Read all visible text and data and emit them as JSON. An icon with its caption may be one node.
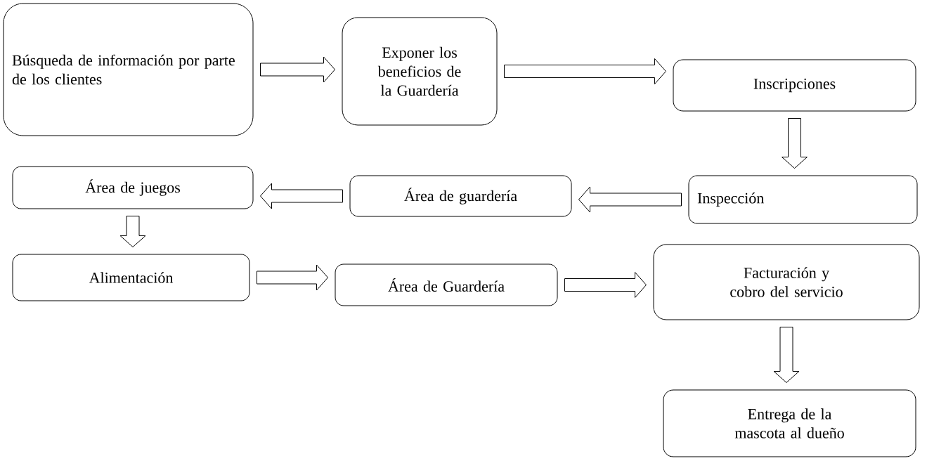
{
  "diagram": {
    "nodes": [
      {
        "text": [
          "Búsqueda de información por parte de los clientes"
        ]
      },
      {
        "text": [
          "Exponer los beneficios de la Guardería"
        ]
      },
      {
        "text": [
          "Inscripciones"
        ]
      },
      {
        "text": [
          "Inspección"
        ]
      },
      {
        "text": [
          "Área de guardería"
        ]
      },
      {
        "text": [
          "Área de juegos"
        ]
      },
      {
        "text": [
          "Alimentación"
        ]
      },
      {
        "text": [
          "Área de Guardería"
        ]
      },
      {
        "text": [
          "Facturación y cobro del servicio"
        ]
      },
      {
        "text": [
          "Entrega de la mascota al dueño"
        ]
      }
    ],
    "edges": [
      {
        "from": 0,
        "to": 1,
        "arrow": "to"
      },
      {
        "from": 1,
        "to": 2,
        "arrow": "to"
      },
      {
        "from": 2,
        "to": 3,
        "arrow": "to"
      },
      {
        "from": 3,
        "to": 4,
        "arrow": "to"
      },
      {
        "from": 4,
        "to": 5,
        "arrow": "to"
      },
      {
        "from": 5,
        "to": 6,
        "arrow": "to"
      },
      {
        "from": 6,
        "to": 7,
        "arrow": "to"
      },
      {
        "from": 7,
        "to": 8,
        "arrow": "to"
      },
      {
        "from": 8,
        "to": 9,
        "arrow": "to"
      }
    ]
  }
}
